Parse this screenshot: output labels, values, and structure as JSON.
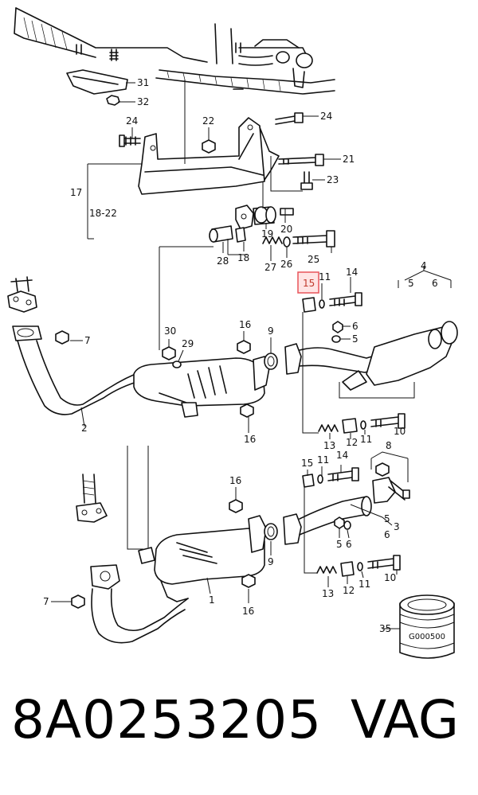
{
  "diagram": {
    "callouts": [
      {
        "id": "c31",
        "text": "31"
      },
      {
        "id": "c32",
        "text": "32"
      },
      {
        "id": "c24a",
        "text": "24"
      },
      {
        "id": "c22",
        "text": "22"
      },
      {
        "id": "c24b",
        "text": "24"
      },
      {
        "id": "c21",
        "text": "21"
      },
      {
        "id": "c23",
        "text": "23"
      },
      {
        "id": "c17",
        "text": "17"
      },
      {
        "id": "c1822",
        "text": "18-22"
      },
      {
        "id": "c20",
        "text": "20"
      },
      {
        "id": "c19",
        "text": "19"
      },
      {
        "id": "c28",
        "text": "28"
      },
      {
        "id": "c18",
        "text": "18"
      },
      {
        "id": "c27",
        "text": "27"
      },
      {
        "id": "c26",
        "text": "26"
      },
      {
        "id": "c25",
        "text": "25"
      },
      {
        "id": "c4",
        "text": "4"
      },
      {
        "id": "c5a",
        "text": "5"
      },
      {
        "id": "c6a",
        "text": "6"
      },
      {
        "id": "c15a",
        "text": "15"
      },
      {
        "id": "c11a",
        "text": "11"
      },
      {
        "id": "c14a",
        "text": "14"
      },
      {
        "id": "c7a",
        "text": "7"
      },
      {
        "id": "c30",
        "text": "30"
      },
      {
        "id": "c29",
        "text": "29"
      },
      {
        "id": "c16a",
        "text": "16"
      },
      {
        "id": "c9a",
        "text": "9"
      },
      {
        "id": "c6b",
        "text": "6"
      },
      {
        "id": "c5b",
        "text": "5"
      },
      {
        "id": "c2",
        "text": "2"
      },
      {
        "id": "c16b",
        "text": "16"
      },
      {
        "id": "c13a",
        "text": "13"
      },
      {
        "id": "c12a",
        "text": "12"
      },
      {
        "id": "c11b",
        "text": "11"
      },
      {
        "id": "c10a",
        "text": "10"
      },
      {
        "id": "c8",
        "text": "8"
      },
      {
        "id": "c15b",
        "text": "15"
      },
      {
        "id": "c11c",
        "text": "11"
      },
      {
        "id": "c14b",
        "text": "14"
      },
      {
        "id": "c16c",
        "text": "16"
      },
      {
        "id": "c5c",
        "text": "5"
      },
      {
        "id": "c6c",
        "text": "6"
      },
      {
        "id": "c3",
        "text": "3"
      },
      {
        "id": "c9b",
        "text": "9"
      },
      {
        "id": "c5d",
        "text": "5"
      },
      {
        "id": "c6d",
        "text": "6"
      },
      {
        "id": "c1",
        "text": "1"
      },
      {
        "id": "c7b",
        "text": "7"
      },
      {
        "id": "c13b",
        "text": "13"
      },
      {
        "id": "c12b",
        "text": "12"
      },
      {
        "id": "c11d",
        "text": "11"
      },
      {
        "id": "c10b",
        "text": "10"
      },
      {
        "id": "c16d",
        "text": "16"
      },
      {
        "id": "c35",
        "text": "35"
      }
    ],
    "ring_label": "G000500",
    "highlight_color": "#e8545a"
  },
  "footer": {
    "part_number": "8A0253205",
    "brand": "VAG"
  }
}
